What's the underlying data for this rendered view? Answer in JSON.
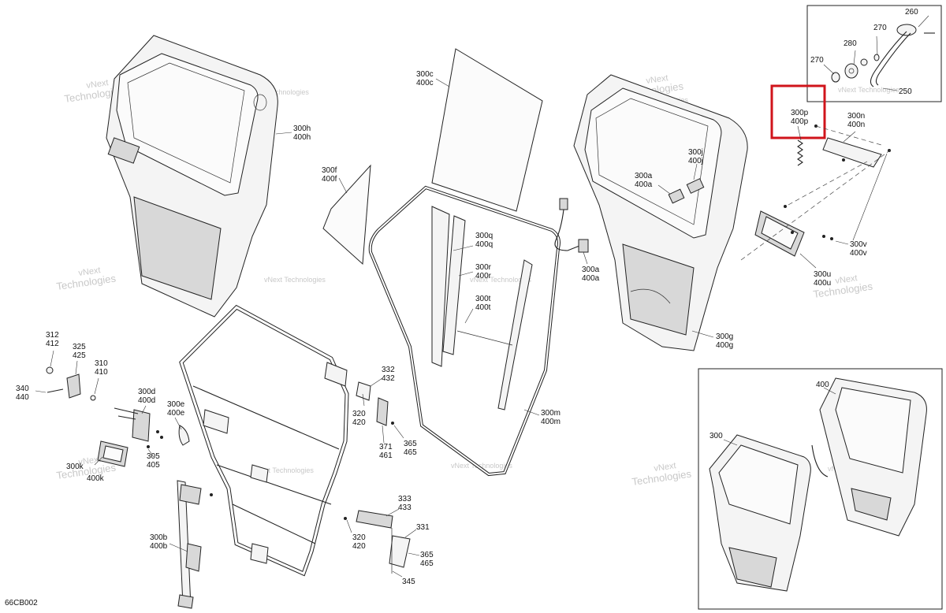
{
  "diagram_code": "66CB002",
  "watermark": {
    "line1": "vNext",
    "line2": "Technologies",
    "full": "vNext Technologies"
  },
  "highlight_color": "#d0141b",
  "labels": {
    "l260": "260",
    "l270a": "270",
    "l270b": "270",
    "l280": "280",
    "l250": "250",
    "l300p": "300p",
    "l400p": "400p",
    "l300n": "300n",
    "l400n": "400n",
    "l300c": "300c",
    "l400c": "400c",
    "l300h": "300h",
    "l400h": "400h",
    "l300f": "300f",
    "l400f": "400f",
    "l300j": "300j",
    "l400j": "400j",
    "l300a1": "300a",
    "l400a1": "400a",
    "l300q": "300q",
    "l400q": "400q",
    "l300r": "300r",
    "l400r": "400r",
    "l300t": "300t",
    "l400t": "400t",
    "l300a2": "300a",
    "l400a2": "400a",
    "l300v": "300v",
    "l400v": "400v",
    "l300u": "300u",
    "l400u": "400u",
    "l300g": "300g",
    "l400g": "400g",
    "l312": "312",
    "l412": "412",
    "l325": "325",
    "l425": "425",
    "l310": "310",
    "l410": "410",
    "l340": "340",
    "l440": "440",
    "l300d": "300d",
    "l400d": "400d",
    "l300e": "300e",
    "l400e": "400e",
    "l332": "332",
    "l432": "432",
    "l320a": "320",
    "l420a": "420",
    "l371": "371",
    "l461": "461",
    "l365a": "365",
    "l465a": "465",
    "l300m": "300m",
    "l400m": "400m",
    "l300k": "300k",
    "l400k": "400k",
    "l305": "305",
    "l405": "405",
    "l333": "333",
    "l433": "433",
    "l331": "331",
    "l320b": "320",
    "l420b": "420",
    "l365b": "365",
    "l465b": "465",
    "l345": "345",
    "l300b": "300b",
    "l400b": "400b",
    "l300": "300",
    "l400": "400"
  }
}
